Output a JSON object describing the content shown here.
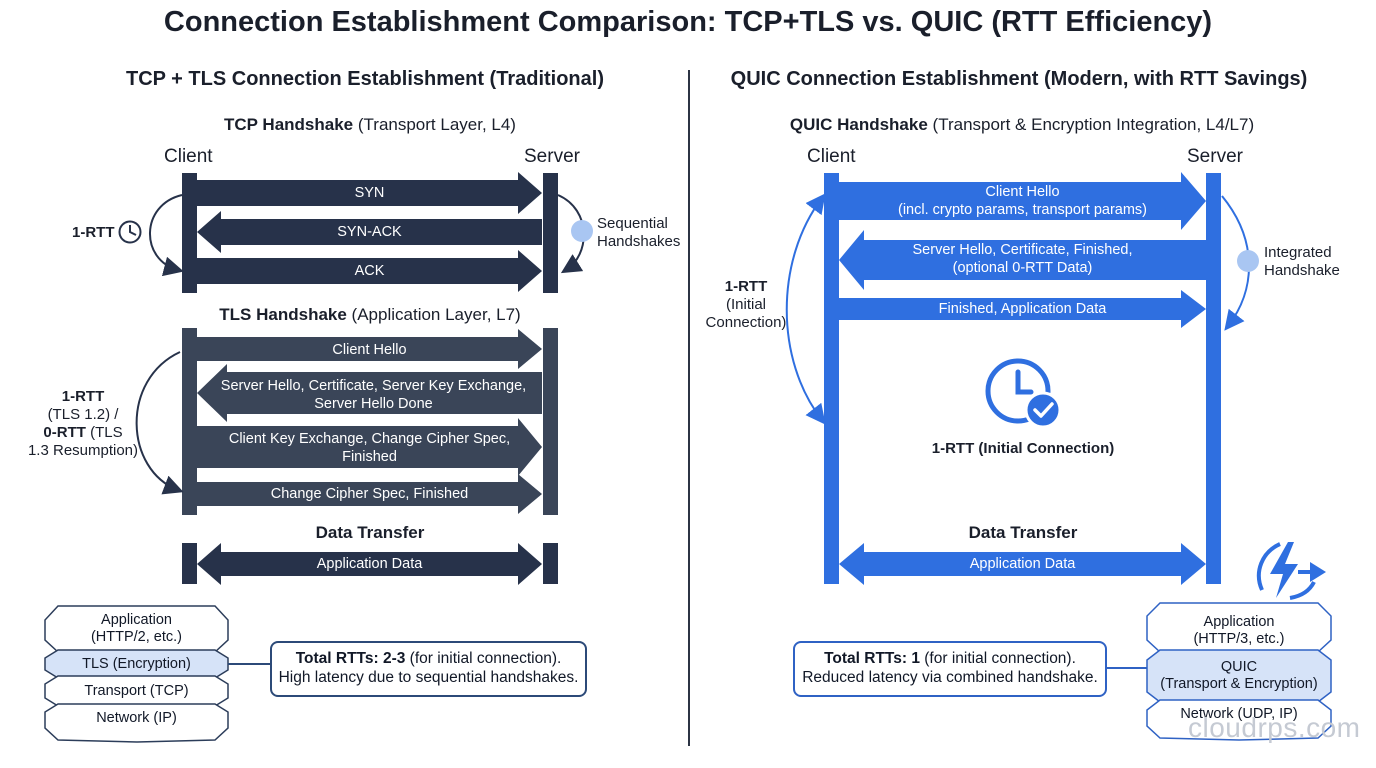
{
  "title": "Connection Establishment Comparison: TCP+TLS vs. QUIC (RTT Efficiency)",
  "colors": {
    "dark": "#27324a",
    "blue": "#2f6fe0",
    "light_blue": "#d6e3f8",
    "circle_blue": "#a9c6f2"
  },
  "left": {
    "heading": "TCP + TLS Connection Establishment (Traditional)",
    "tcp_handshake": {
      "bold": "TCP Handshake",
      "rest": " (Transport Layer, L4)"
    },
    "client_label": "Client",
    "server_label": "Server",
    "tcp_messages": [
      "SYN",
      "SYN-ACK",
      "ACK"
    ],
    "rtt_tcp": "1-RTT",
    "sequential_note": [
      "Sequential",
      "Handshakes"
    ],
    "tls_handshake": {
      "bold": "TLS Handshake",
      "rest": " (Application Layer, L7)"
    },
    "tls_messages": [
      [
        "Client Hello"
      ],
      [
        "Server Hello, Certificate, Server Key Exchange,",
        "Server Hello Done"
      ],
      [
        "Client Key Exchange, Change Cipher Spec,",
        "Finished"
      ],
      [
        "Change Cipher Spec, Finished"
      ]
    ],
    "rtt_tls": {
      "l1": "1-RTT",
      "l2": "(TLS 1.2) /",
      "l3_bold": "0-RTT",
      "l3_rest": " (TLS",
      "l4": "1.3 Resumption)"
    },
    "data_transfer": "Data Transfer",
    "data_message": "Application Data",
    "stack": [
      [
        "Application",
        "(HTTP/2, etc.)"
      ],
      [
        "TLS (Encryption)"
      ],
      [
        "Transport (TCP)"
      ],
      [
        "Network (IP)"
      ]
    ],
    "total": {
      "bold": "Total RTTs: 2-3",
      "rest": " (for initial connection).",
      "line2": "High latency due to sequential handshakes."
    }
  },
  "right": {
    "heading": "QUIC Connection Establishment (Modern, with RTT Savings)",
    "quic_handshake": {
      "bold": "QUIC Handshake",
      "rest": " (Transport & Encryption Integration, L4/L7)"
    },
    "client_label": "Client",
    "server_label": "Server",
    "messages": [
      [
        "Client Hello",
        "(incl. crypto params, transport params)"
      ],
      [
        "Server Hello, Certificate, Finished,",
        "(optional 0-RTT Data)"
      ],
      [
        "Finished, Application Data"
      ]
    ],
    "rtt_left": {
      "l1": "1-RTT",
      "l2": "(Initial",
      "l3": "Connection)"
    },
    "integrated_note": [
      "Integrated",
      "Handshake"
    ],
    "center_rtt": "1-RTT (Initial Connection)",
    "data_transfer": "Data Transfer",
    "data_message": "Application Data",
    "stack": [
      [
        "Application",
        "(HTTP/3, etc.)"
      ],
      [
        "QUIC",
        "(Transport & Encryption)"
      ],
      [
        "Network (UDP, IP)"
      ]
    ],
    "total": {
      "bold": "Total RTTs: 1",
      "rest": " (for initial connection).",
      "line2": "Reduced latency via combined handshake."
    }
  },
  "watermark": "cloudrps.com",
  "icons": [
    "clock-icon",
    "clock-check-icon",
    "lightning-arrow-icon"
  ]
}
